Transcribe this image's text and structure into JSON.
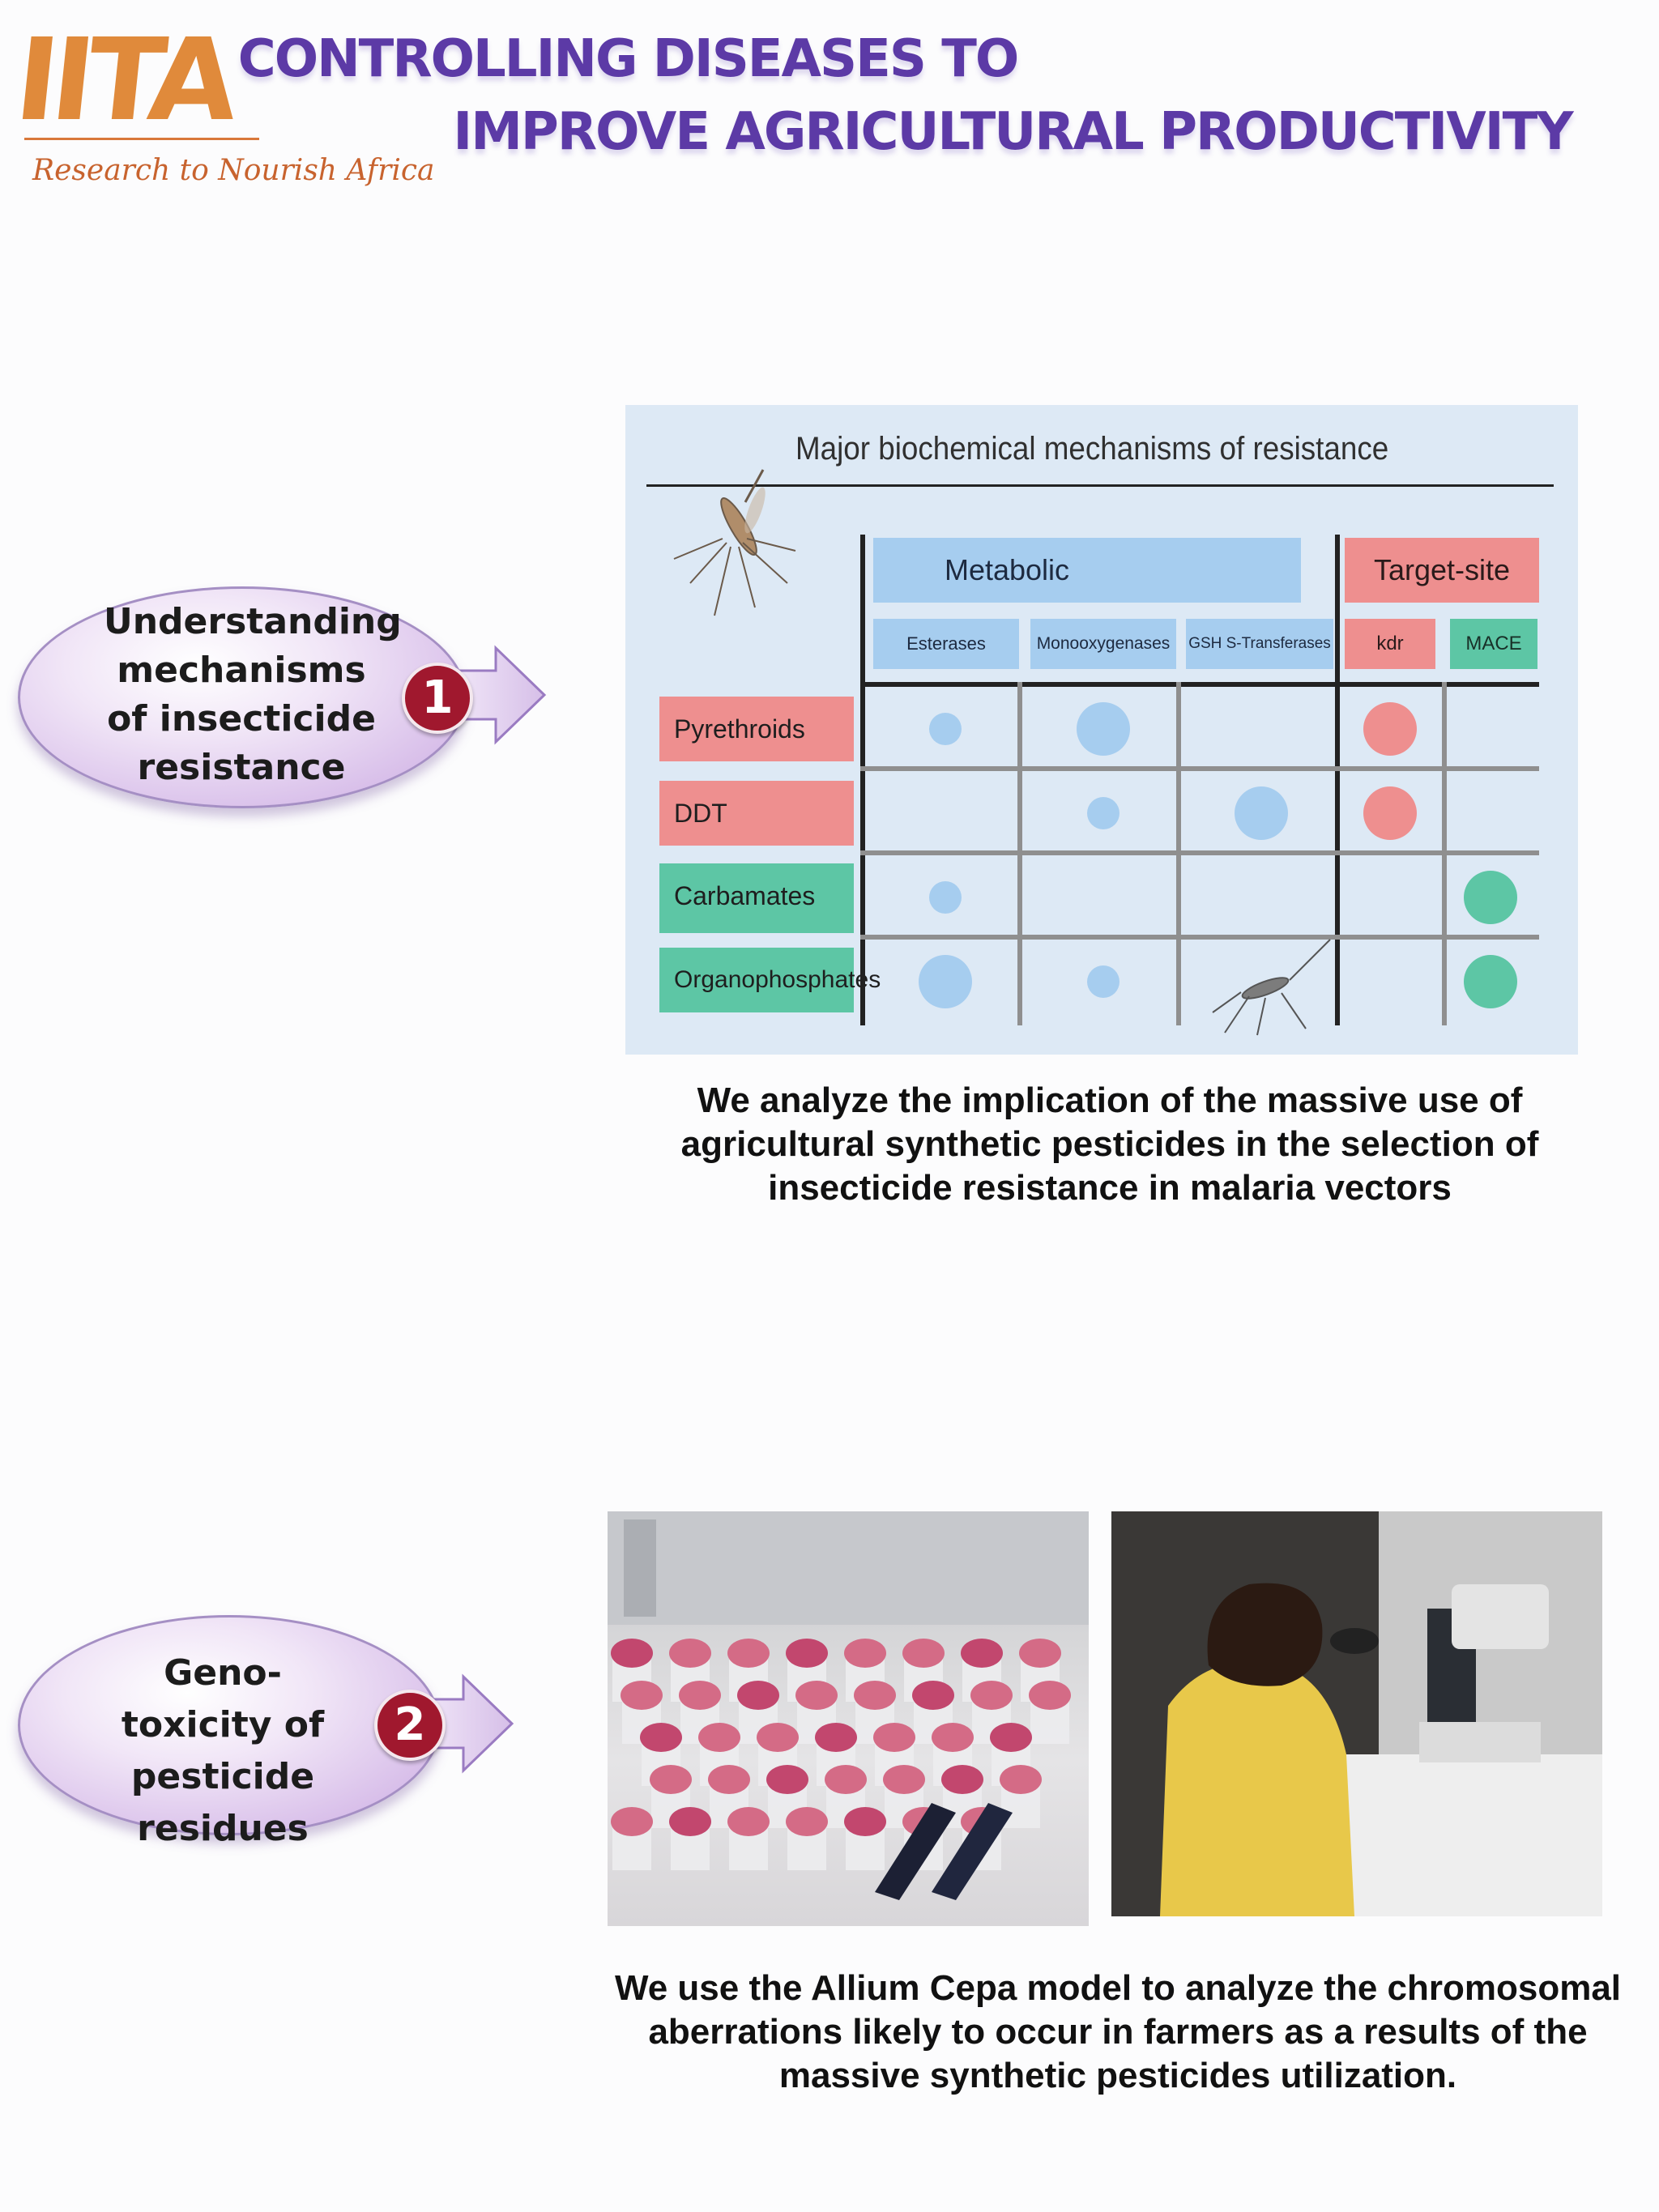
{
  "logo": {
    "word": "IITA",
    "tagline": "Research to Nourish Africa"
  },
  "title": {
    "line1": "CONTROLLING DISEASES TO",
    "line2": "IMPROVE AGRICULTURAL PRODUCTIVITY"
  },
  "section1": {
    "label": "Understanding mechanisms of insecticide resistance",
    "number": "1",
    "caption": "We analyze the implication  of the massive use of agricultural synthetic pesticides in the selection of insecticide resistance in malaria vectors"
  },
  "section2": {
    "label": "Geno-toxicity of pesticide residues",
    "number": "2",
    "caption": "We  use the Allium Cepa model to analyze the chromosomal aberrations likely to occur in farmers as a results of  the massive synthetic pesticides utilization."
  },
  "chart_data": {
    "type": "table",
    "title": "Major biochemical mechanisms of resistance",
    "groups": [
      {
        "name": "Metabolic",
        "columns": [
          "Esterases",
          "Monooxygenases",
          "GSH S-Transferases"
        ]
      },
      {
        "name": "Target-site",
        "columns": [
          "kdr",
          "MACE"
        ]
      }
    ],
    "rows": [
      "Pyrethroids",
      "DDT",
      "Carbamates",
      "Organophosphates"
    ],
    "cells": [
      {
        "row": "Pyrethroids",
        "column": "Esterases",
        "level": "small"
      },
      {
        "row": "Pyrethroids",
        "column": "Monooxygenases",
        "level": "large"
      },
      {
        "row": "Pyrethroids",
        "column": "kdr",
        "level": "large"
      },
      {
        "row": "DDT",
        "column": "Monooxygenases",
        "level": "small"
      },
      {
        "row": "DDT",
        "column": "GSH S-Transferases",
        "level": "large"
      },
      {
        "row": "DDT",
        "column": "kdr",
        "level": "large"
      },
      {
        "row": "Carbamates",
        "column": "Esterases",
        "level": "small"
      },
      {
        "row": "Carbamates",
        "column": "MACE",
        "level": "large"
      },
      {
        "row": "Organophosphates",
        "column": "Esterases",
        "level": "large"
      },
      {
        "row": "Organophosphates",
        "column": "Monooxygenases",
        "level": "small"
      },
      {
        "row": "Organophosphates",
        "column": "MACE",
        "level": "large"
      }
    ],
    "colors": {
      "metabolic": "#a6cdef",
      "target_site": "#ee8f8f",
      "green": "#5dc6a5",
      "dot_blue": "#a6cdef",
      "dot_red": "#ee8f8f",
      "dot_green": "#5dc6a5"
    }
  }
}
